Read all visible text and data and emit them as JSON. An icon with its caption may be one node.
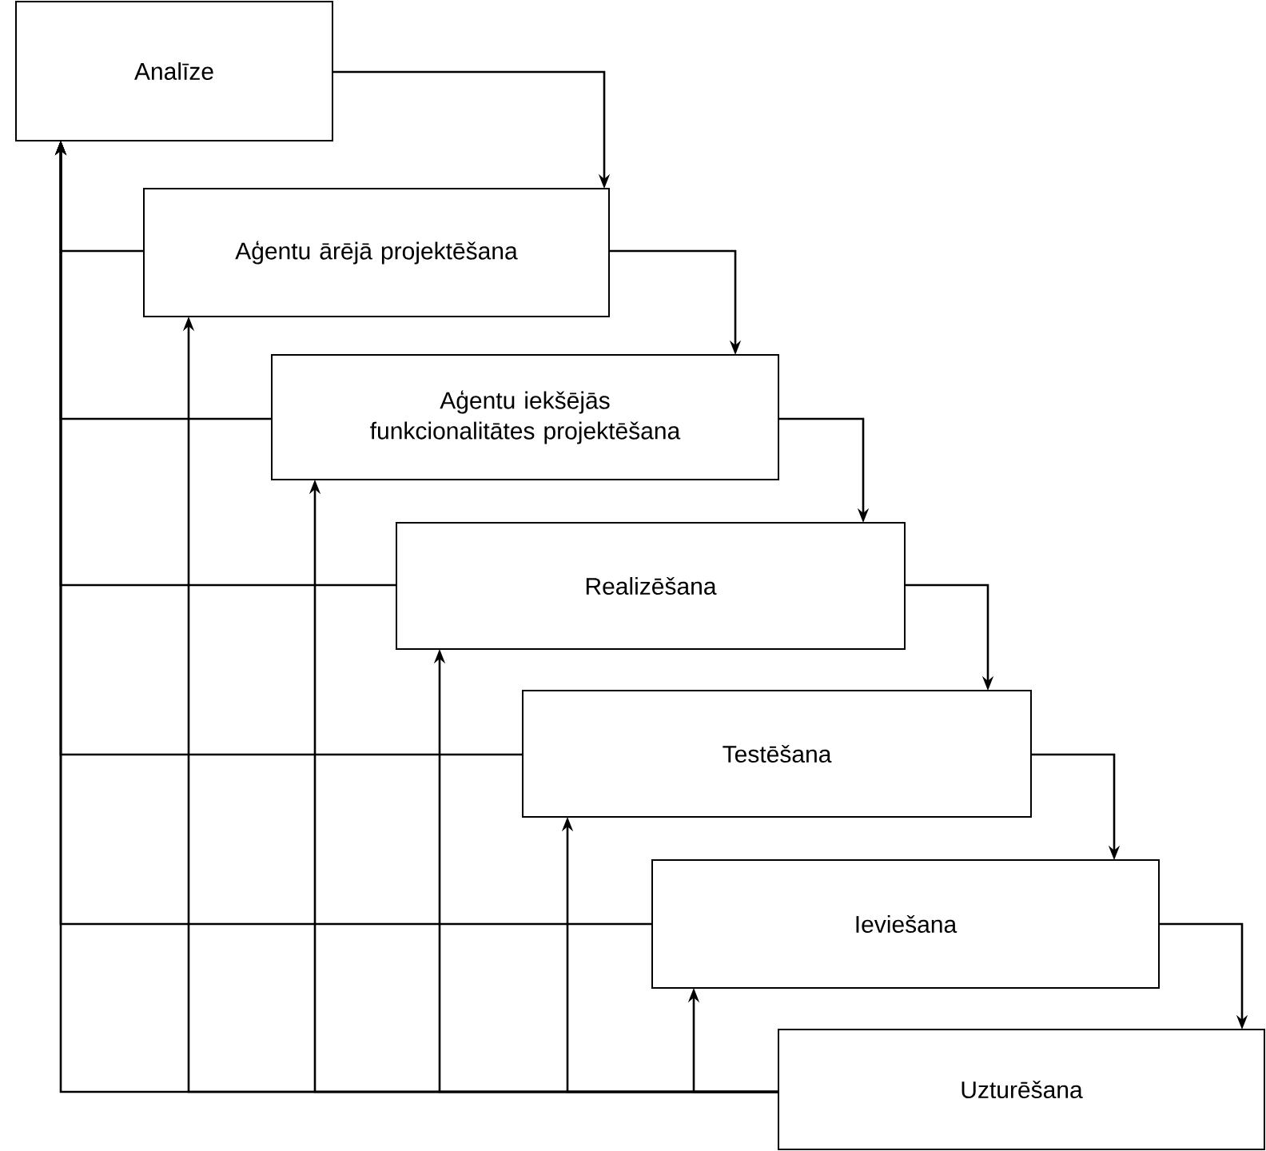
{
  "diagram": {
    "nodes": [
      {
        "text": [
          "Analīze"
        ]
      },
      {
        "text": [
          "Aģentu ārējā projektēšana"
        ]
      },
      {
        "text": [
          "Aģentu iekšējās funkcionalitātes projektēšana"
        ]
      },
      {
        "text": [
          "Realizēšana"
        ]
      },
      {
        "text": [
          "Testēšana"
        ]
      },
      {
        "text": [
          "Ieviešana"
        ]
      },
      {
        "text": [
          "Uzturēšana"
        ]
      }
    ],
    "edges": [
      {
        "from": 0,
        "to": 1,
        "arrow": "to"
      },
      {
        "from": 1,
        "to": 2,
        "arrow": "to"
      },
      {
        "from": 2,
        "to": 3,
        "arrow": "to"
      },
      {
        "from": 3,
        "to": 4,
        "arrow": "to"
      },
      {
        "from": 4,
        "to": 5,
        "arrow": "to"
      },
      {
        "from": 5,
        "to": 6,
        "arrow": "to"
      },
      {
        "from": 1,
        "to": 0,
        "arrow": "to"
      },
      {
        "from": 2,
        "to": 0,
        "arrow": "to"
      },
      {
        "from": 3,
        "to": 0,
        "arrow": "to"
      },
      {
        "from": 4,
        "to": 0,
        "arrow": "to"
      },
      {
        "from": 5,
        "to": 0,
        "arrow": "to"
      },
      {
        "from": 6,
        "to": 0,
        "arrow": "to"
      },
      {
        "from": 6,
        "to": 1,
        "arrow": "to"
      },
      {
        "from": 6,
        "to": 2,
        "arrow": "to"
      },
      {
        "from": 6,
        "to": 3,
        "arrow": "to"
      },
      {
        "from": 6,
        "to": 4,
        "arrow": "to"
      },
      {
        "from": 6,
        "to": 5,
        "arrow": "to"
      }
    ]
  }
}
